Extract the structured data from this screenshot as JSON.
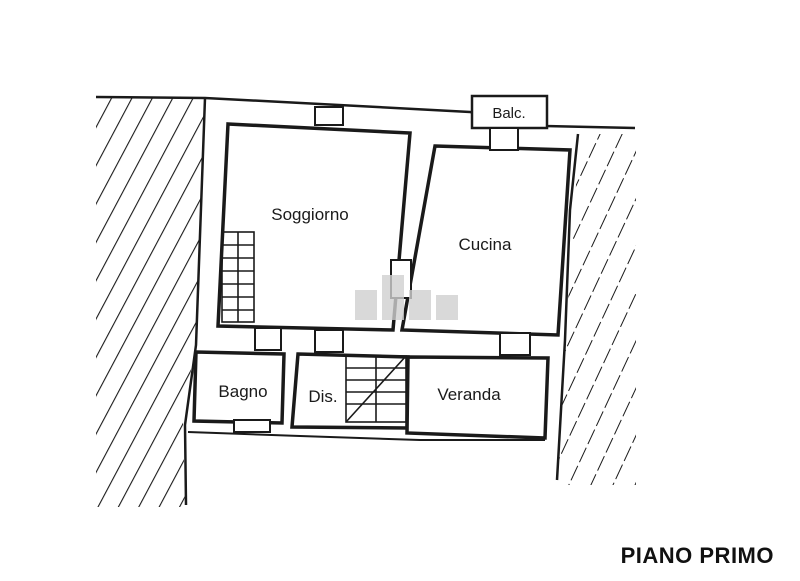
{
  "floor_title": "PIANO PRIMO",
  "rooms": {
    "soggiorno": "Soggiorno",
    "cucina": "Cucina",
    "bagno": "Bagno",
    "disimpegno": "Dis.",
    "veranda": "Veranda",
    "balcone": "Balc."
  },
  "colors": {
    "line": "#1a1a1a",
    "watermark": "#bdbdbd"
  }
}
